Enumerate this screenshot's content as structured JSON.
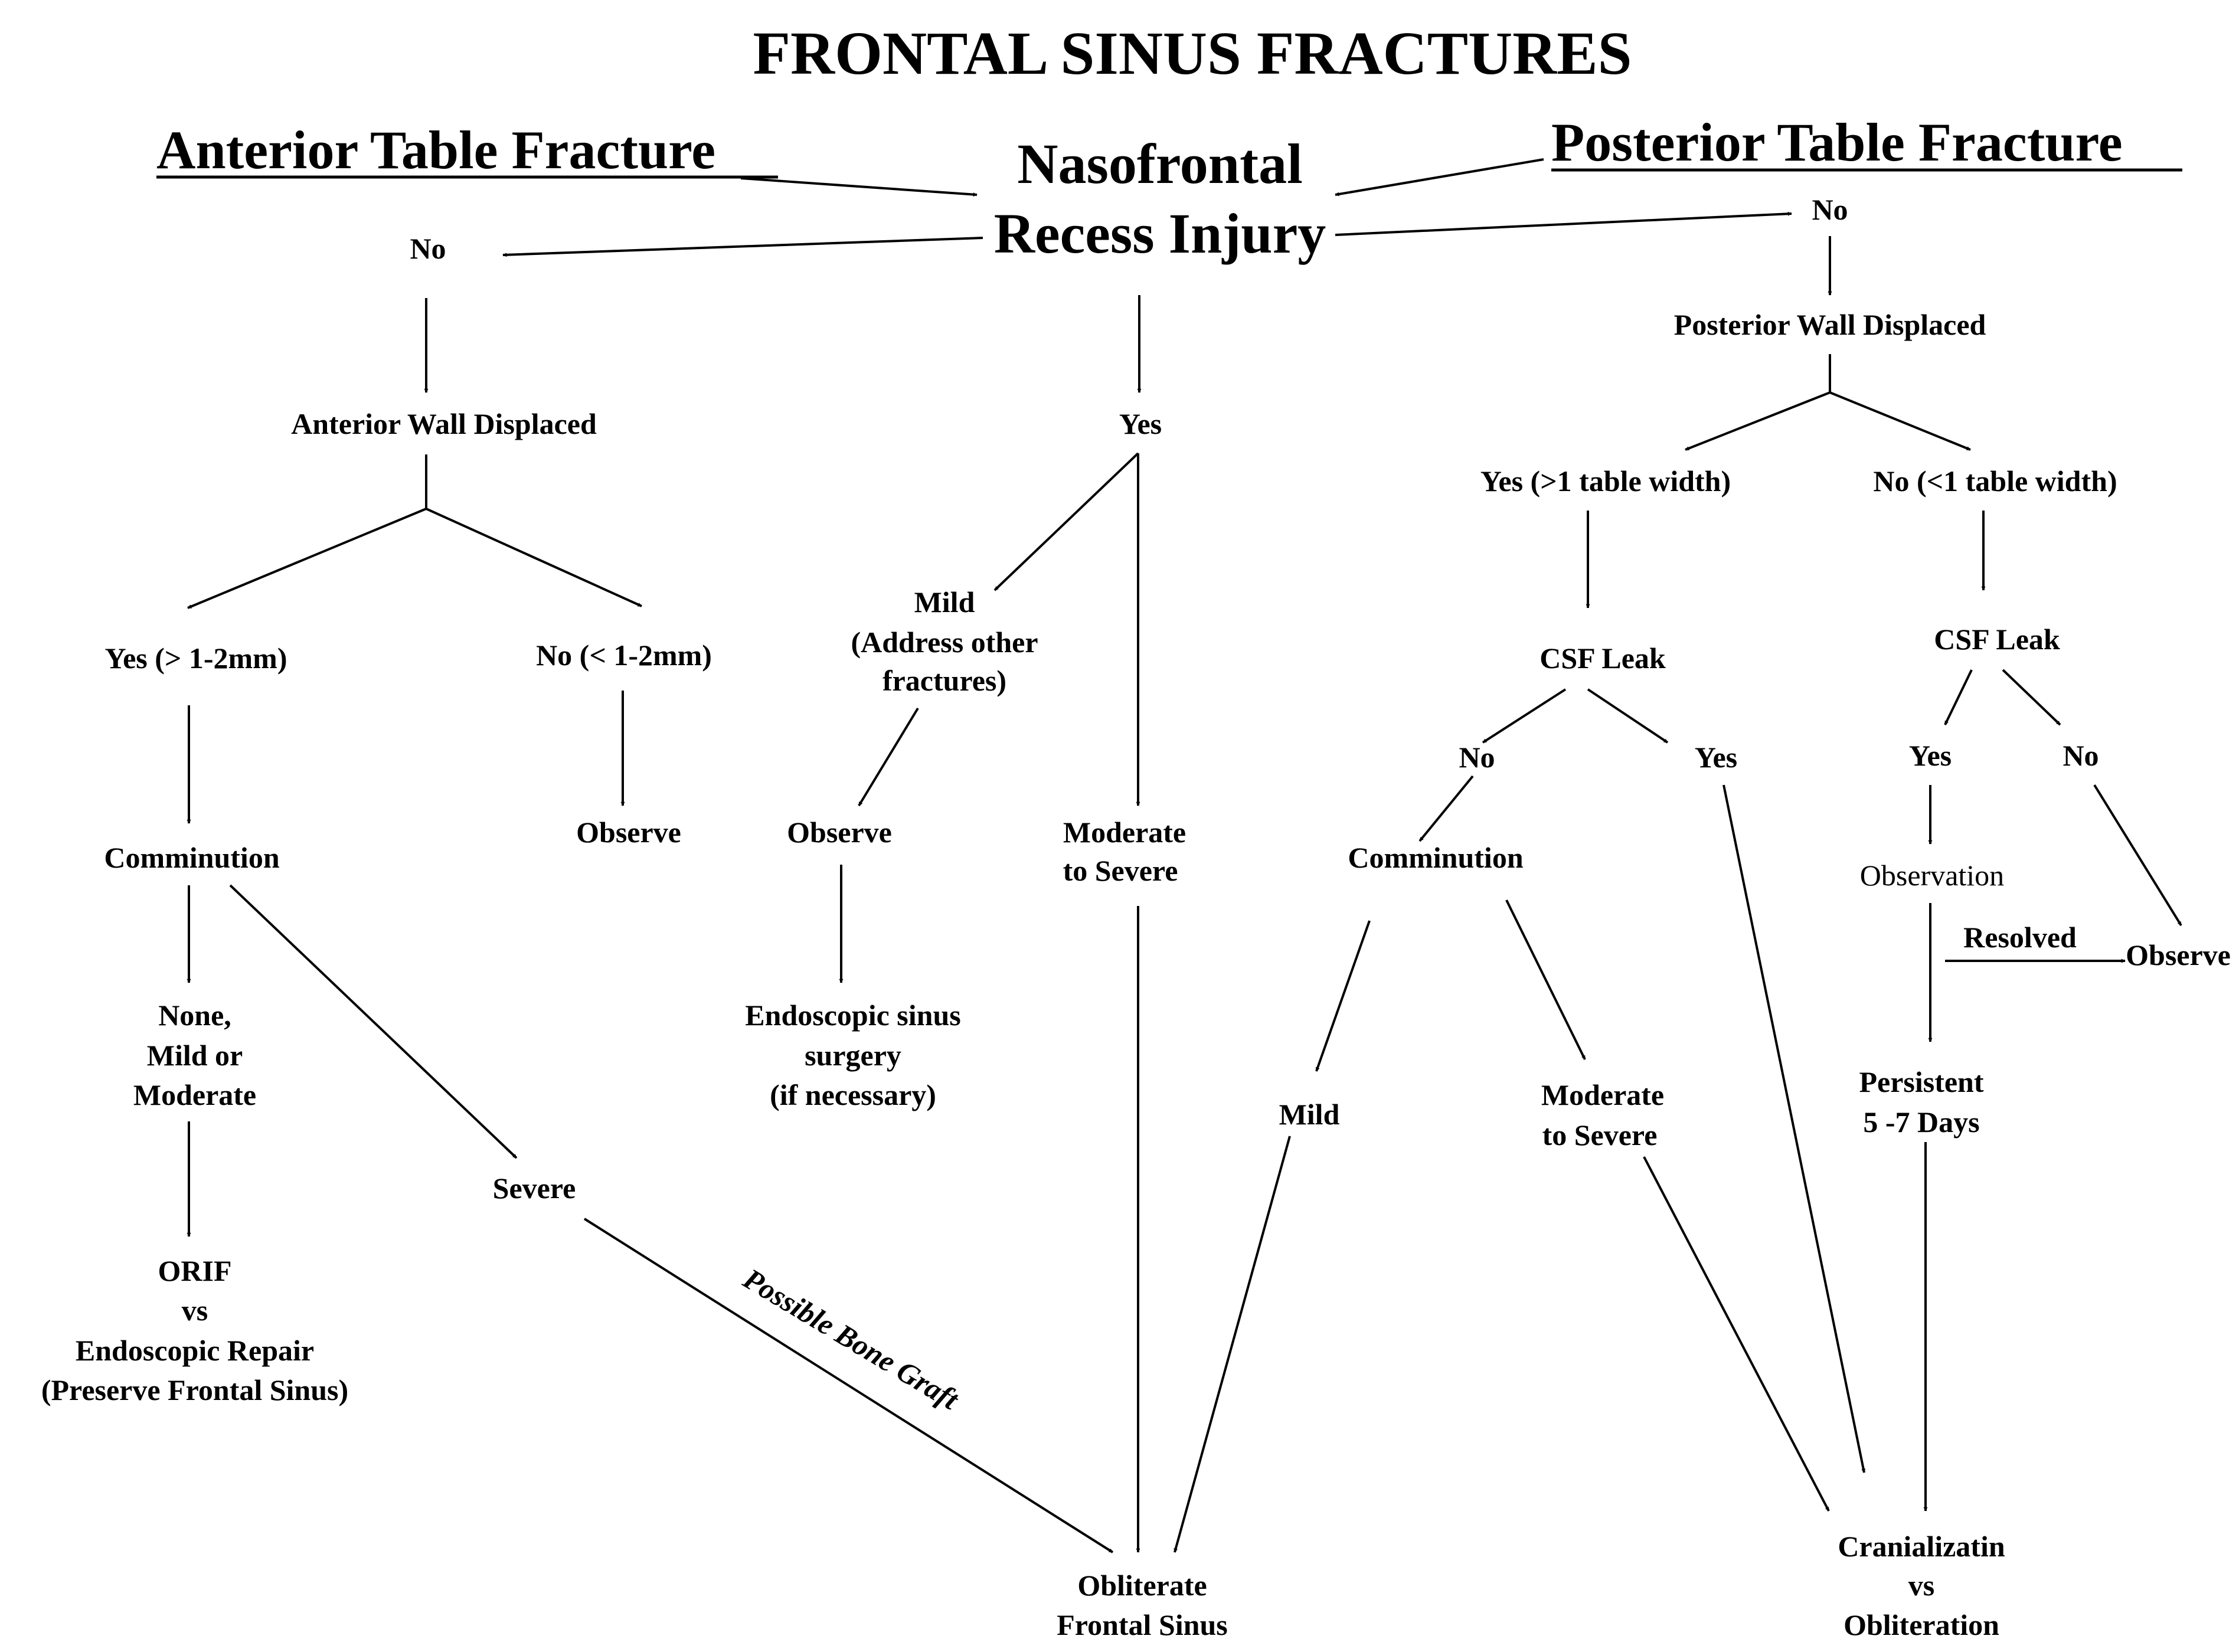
{
  "title": "FRONTAL SINUS FRACTURES",
  "heading_anterior": "Anterior Table Fracture",
  "heading_posterior": "Posterior Table Fracture",
  "nasofrontal": [
    "Nasofrontal",
    "Recess Injury"
  ],
  "nodes": {
    "no_left": "No",
    "no_right": "No",
    "anterior_wall": "Anterior Wall Displaced",
    "yes_mid": "Yes",
    "posterior_wall": "Posterior Wall Displaced",
    "yes_gt1": "Yes (>1 table width)",
    "no_lt1": "No (<1 table width)",
    "mild_mid": [
      "Mild",
      "(Address other",
      "fractures)"
    ],
    "yes_12": "Yes (> 1-2mm)",
    "no_12": "No (< 1-2mm)",
    "csf_left": "CSF Leak",
    "csf_right": "CSF Leak",
    "no_csf_left": "No",
    "yes_csf_left": "Yes",
    "yes_csf_right": "Yes",
    "no_csf_right": "No",
    "observe_ant": "Observe",
    "observe_mid": "Observe",
    "mod_sev_mid": [
      "Moderate",
      "to Severe"
    ],
    "comminution_left": "Comminution",
    "comminution_right": "Comminution",
    "observation": "Observation",
    "resolved": "Resolved",
    "observe_far": "Observe",
    "endoscopic": [
      "Endoscopic sinus",
      "surgery",
      "(if necessary)"
    ],
    "none_mild_mod": [
      "None,",
      "Mild or",
      "Moderate"
    ],
    "mild_right": "Mild",
    "mod_sev_right": [
      "Moderate",
      "to Severe"
    ],
    "persistent": [
      "Persistent",
      "5 -7 Days"
    ],
    "severe": "Severe",
    "orif": [
      "ORIF",
      "vs",
      "Endoscopic Repair",
      "(Preserve Frontal Sinus)"
    ],
    "bone_graft": "Possible Bone Graft",
    "obliterate": [
      "Obliterate",
      "Frontal Sinus"
    ],
    "cranialization": [
      "Cranializatin",
      "vs",
      "Obliteration"
    ]
  }
}
